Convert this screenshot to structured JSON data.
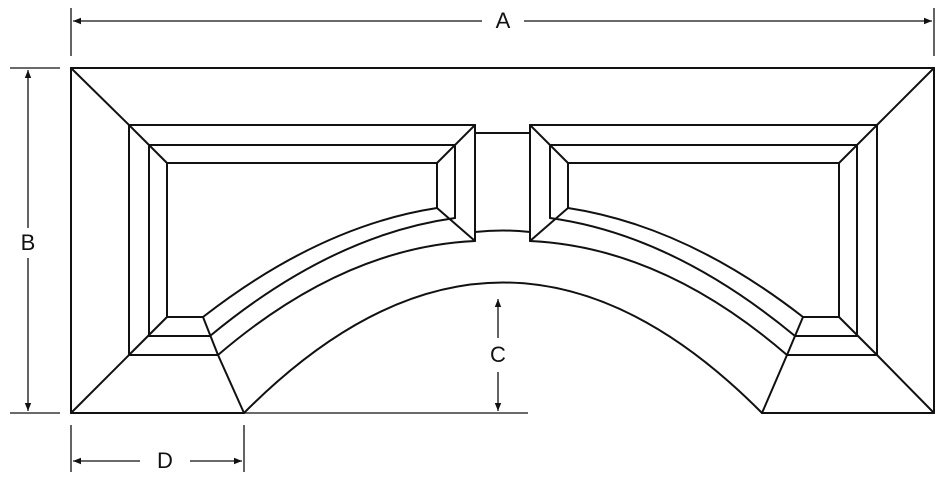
{
  "dimensions": {
    "a": "A",
    "b": "B",
    "c": "C",
    "d": "D"
  },
  "colors": {
    "stroke": "#111111",
    "background": "#ffffff"
  }
}
